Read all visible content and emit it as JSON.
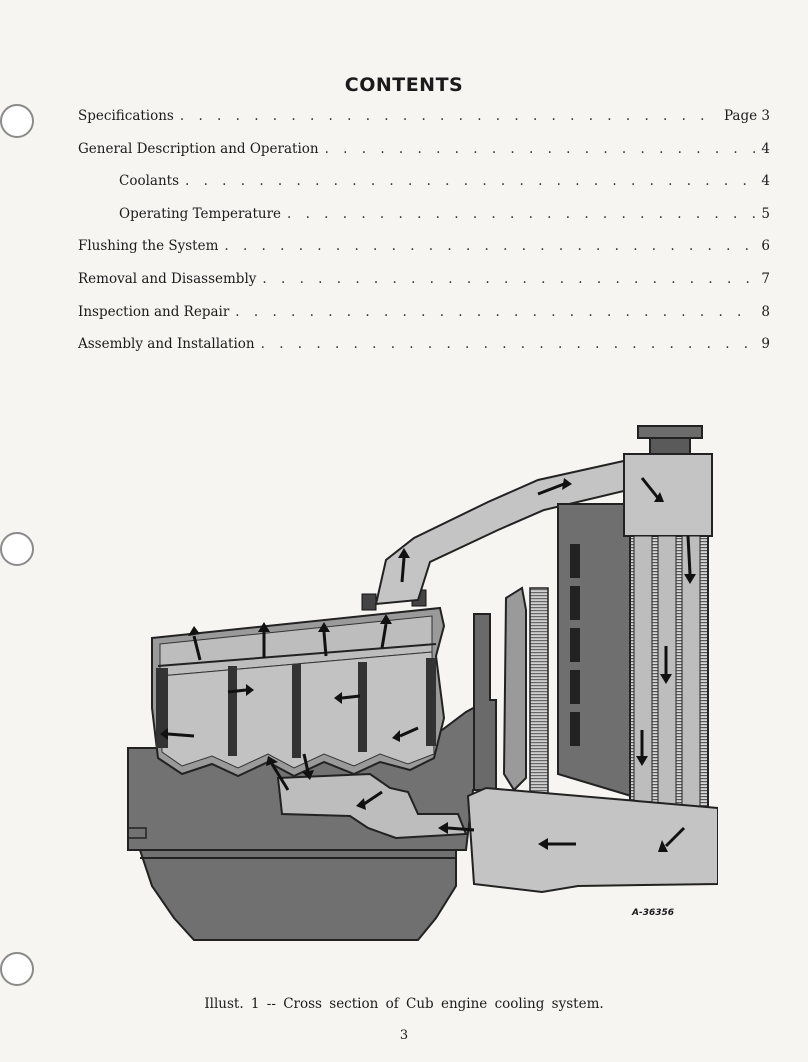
{
  "document": {
    "title": "CONTENTS",
    "toc": [
      {
        "label": "Specifications",
        "page": "Page 3"
      },
      {
        "label": "General Description and Operation",
        "page": "4"
      },
      {
        "label": "Coolants",
        "page": "4",
        "sub": true
      },
      {
        "label": "Operating Temperature",
        "page": "5",
        "sub": true
      },
      {
        "label": "Flushing the System",
        "page": "6"
      },
      {
        "label": "Removal and Disassembly",
        "page": "7"
      },
      {
        "label": "Inspection and Repair",
        "page": "8"
      },
      {
        "label": "Assembly and Installation",
        "page": "9"
      }
    ],
    "figure_code": "A-36356",
    "caption": "Illust. 1 -- Cross section of Cub engine cooling system.",
    "page_number": "3"
  },
  "colors": {
    "paper": "#f6f5f2",
    "coolant": "#bdbdbd",
    "engine_metal": "#6f6f6f",
    "ink": "#1b1b1b"
  },
  "icons": [
    "punch-hole",
    "flow-arrow"
  ]
}
